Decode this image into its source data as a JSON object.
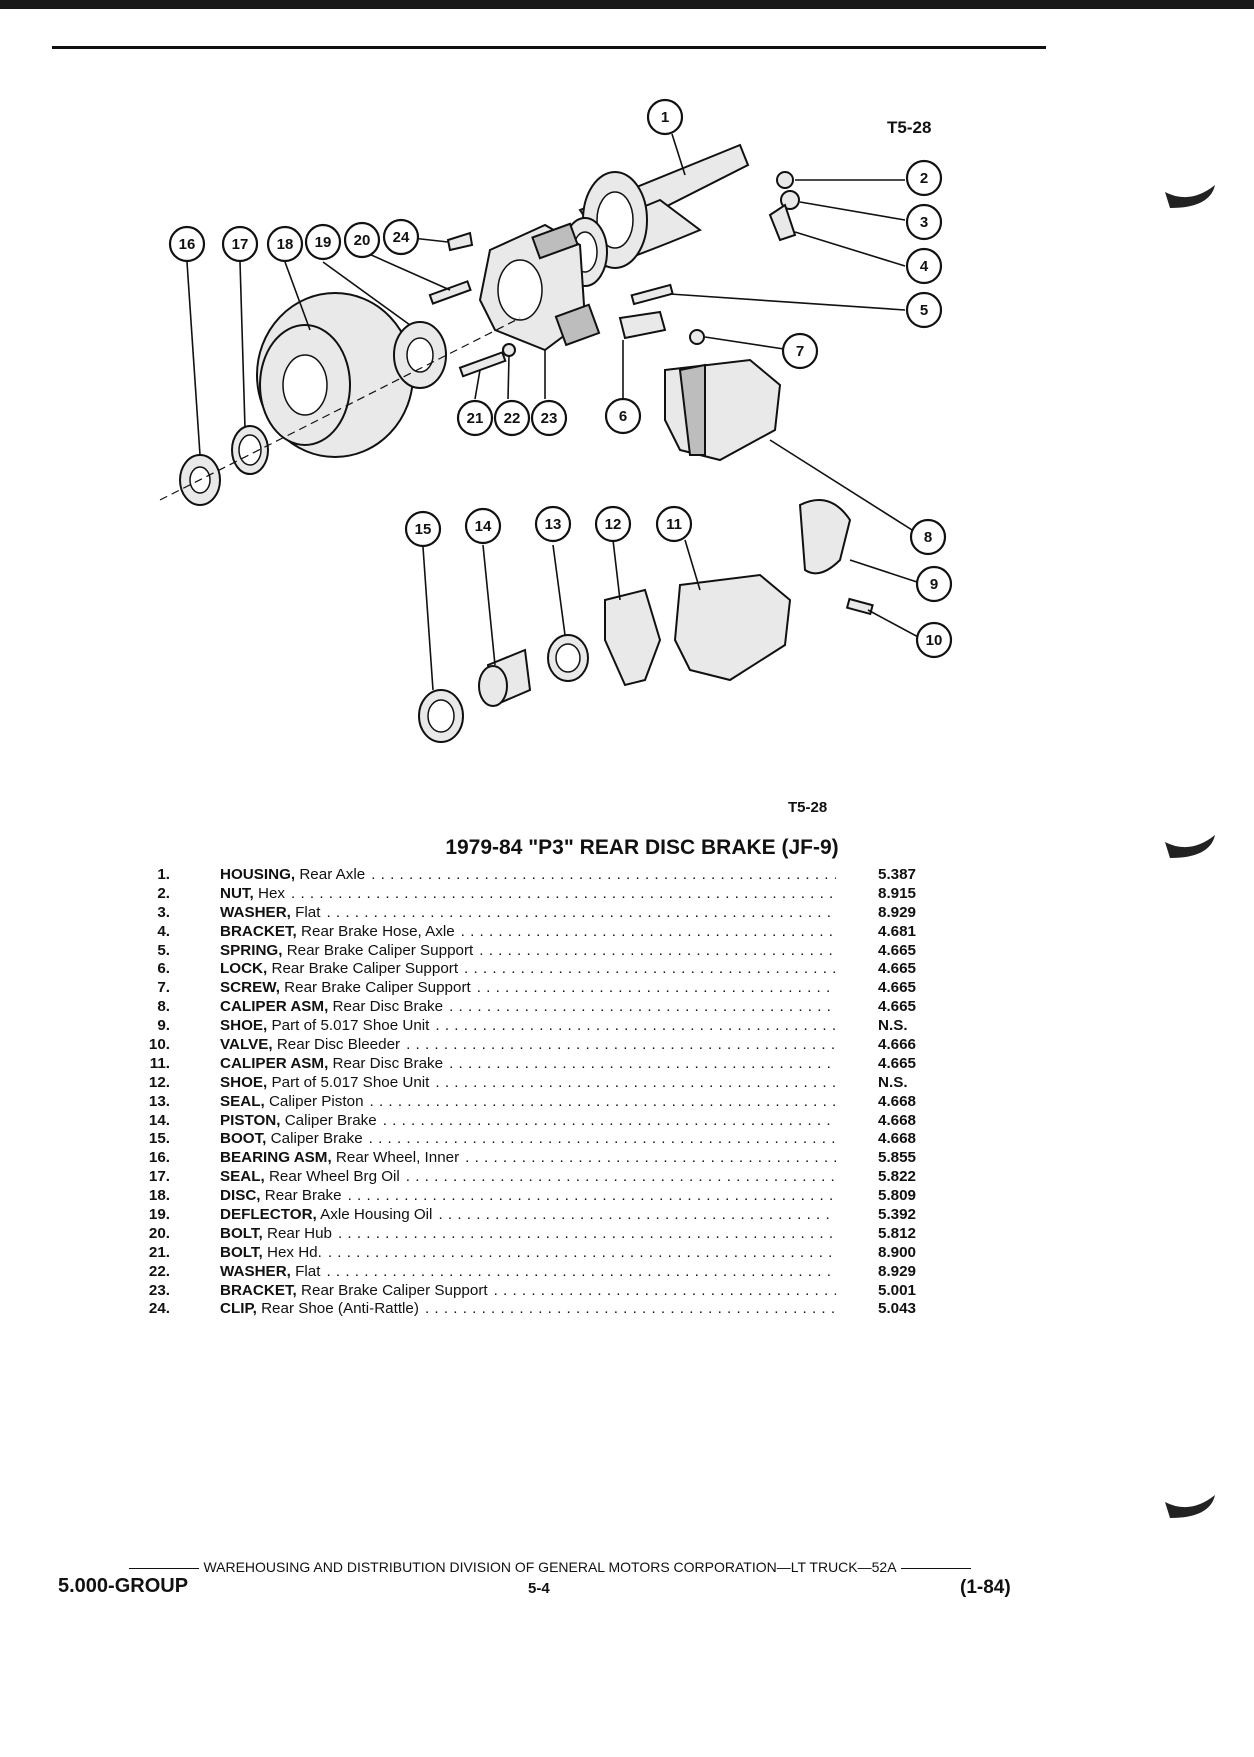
{
  "figure_id": "T5-28",
  "title": "1979-84 \"P3\" REAR DISC BRAKE (JF-9)",
  "callouts": [
    "1",
    "2",
    "3",
    "4",
    "5",
    "6",
    "7",
    "8",
    "9",
    "10",
    "11",
    "12",
    "13",
    "14",
    "15",
    "16",
    "17",
    "18",
    "19",
    "20",
    "21",
    "22",
    "23",
    "24"
  ],
  "parts": [
    {
      "num": "1.",
      "name": "HOUSING,",
      "desc": "Rear Axle",
      "code": "5.387"
    },
    {
      "num": "2.",
      "name": "NUT,",
      "desc": "Hex",
      "code": "8.915"
    },
    {
      "num": "3.",
      "name": "WASHER,",
      "desc": "Flat",
      "code": "8.929"
    },
    {
      "num": "4.",
      "name": "BRACKET,",
      "desc": "Rear Brake Hose, Axle",
      "code": "4.681"
    },
    {
      "num": "5.",
      "name": "SPRING,",
      "desc": "Rear Brake Caliper Support",
      "code": "4.665"
    },
    {
      "num": "6.",
      "name": "LOCK,",
      "desc": "Rear Brake Caliper Support",
      "code": "4.665"
    },
    {
      "num": "7.",
      "name": "SCREW,",
      "desc": "Rear Brake Caliper Support",
      "code": "4.665"
    },
    {
      "num": "8.",
      "name": "CALIPER ASM,",
      "desc": "Rear Disc Brake",
      "code": "4.665"
    },
    {
      "num": "9.",
      "name": "SHOE,",
      "desc": "Part of 5.017 Shoe Unit",
      "code": "N.S."
    },
    {
      "num": "10.",
      "name": "VALVE,",
      "desc": "Rear Disc Bleeder",
      "code": "4.666"
    },
    {
      "num": "11.",
      "name": "CALIPER ASM,",
      "desc": "Rear Disc Brake",
      "code": "4.665"
    },
    {
      "num": "12.",
      "name": "SHOE,",
      "desc": "Part of 5.017 Shoe Unit",
      "code": "N.S."
    },
    {
      "num": "13.",
      "name": "SEAL,",
      "desc": "Caliper Piston",
      "code": "4.668"
    },
    {
      "num": "14.",
      "name": "PISTON,",
      "desc": "Caliper Brake",
      "code": "4.668"
    },
    {
      "num": "15.",
      "name": "BOOT,",
      "desc": "Caliper Brake",
      "code": "4.668"
    },
    {
      "num": "16.",
      "name": "BEARING ASM,",
      "desc": "Rear Wheel, Inner",
      "code": "5.855"
    },
    {
      "num": "17.",
      "name": "SEAL,",
      "desc": "Rear Wheel Brg Oil",
      "code": "5.822"
    },
    {
      "num": "18.",
      "name": "DISC,",
      "desc": "Rear Brake",
      "code": "5.809"
    },
    {
      "num": "19.",
      "name": "DEFLECTOR,",
      "desc": "Axle Housing Oil",
      "code": "5.392"
    },
    {
      "num": "20.",
      "name": "BOLT,",
      "desc": "Rear Hub",
      "code": "5.812"
    },
    {
      "num": "21.",
      "name": "BOLT,",
      "desc": "Hex Hd.",
      "code": "8.900"
    },
    {
      "num": "22.",
      "name": "WASHER,",
      "desc": "Flat",
      "code": "8.929"
    },
    {
      "num": "23.",
      "name": "BRACKET,",
      "desc": "Rear Brake Caliper Support",
      "code": "5.001"
    },
    {
      "num": "24.",
      "name": "CLIP,",
      "desc": "Rear Shoe (Anti-Rattle)",
      "code": "5.043"
    }
  ],
  "footer": {
    "division": "WAREHOUSING AND DISTRIBUTION DIVISION OF GENERAL MOTORS CORPORATION—LT TRUCK—52A",
    "group": "5.000-GROUP",
    "page": "5-4",
    "date": "(1-84)"
  }
}
